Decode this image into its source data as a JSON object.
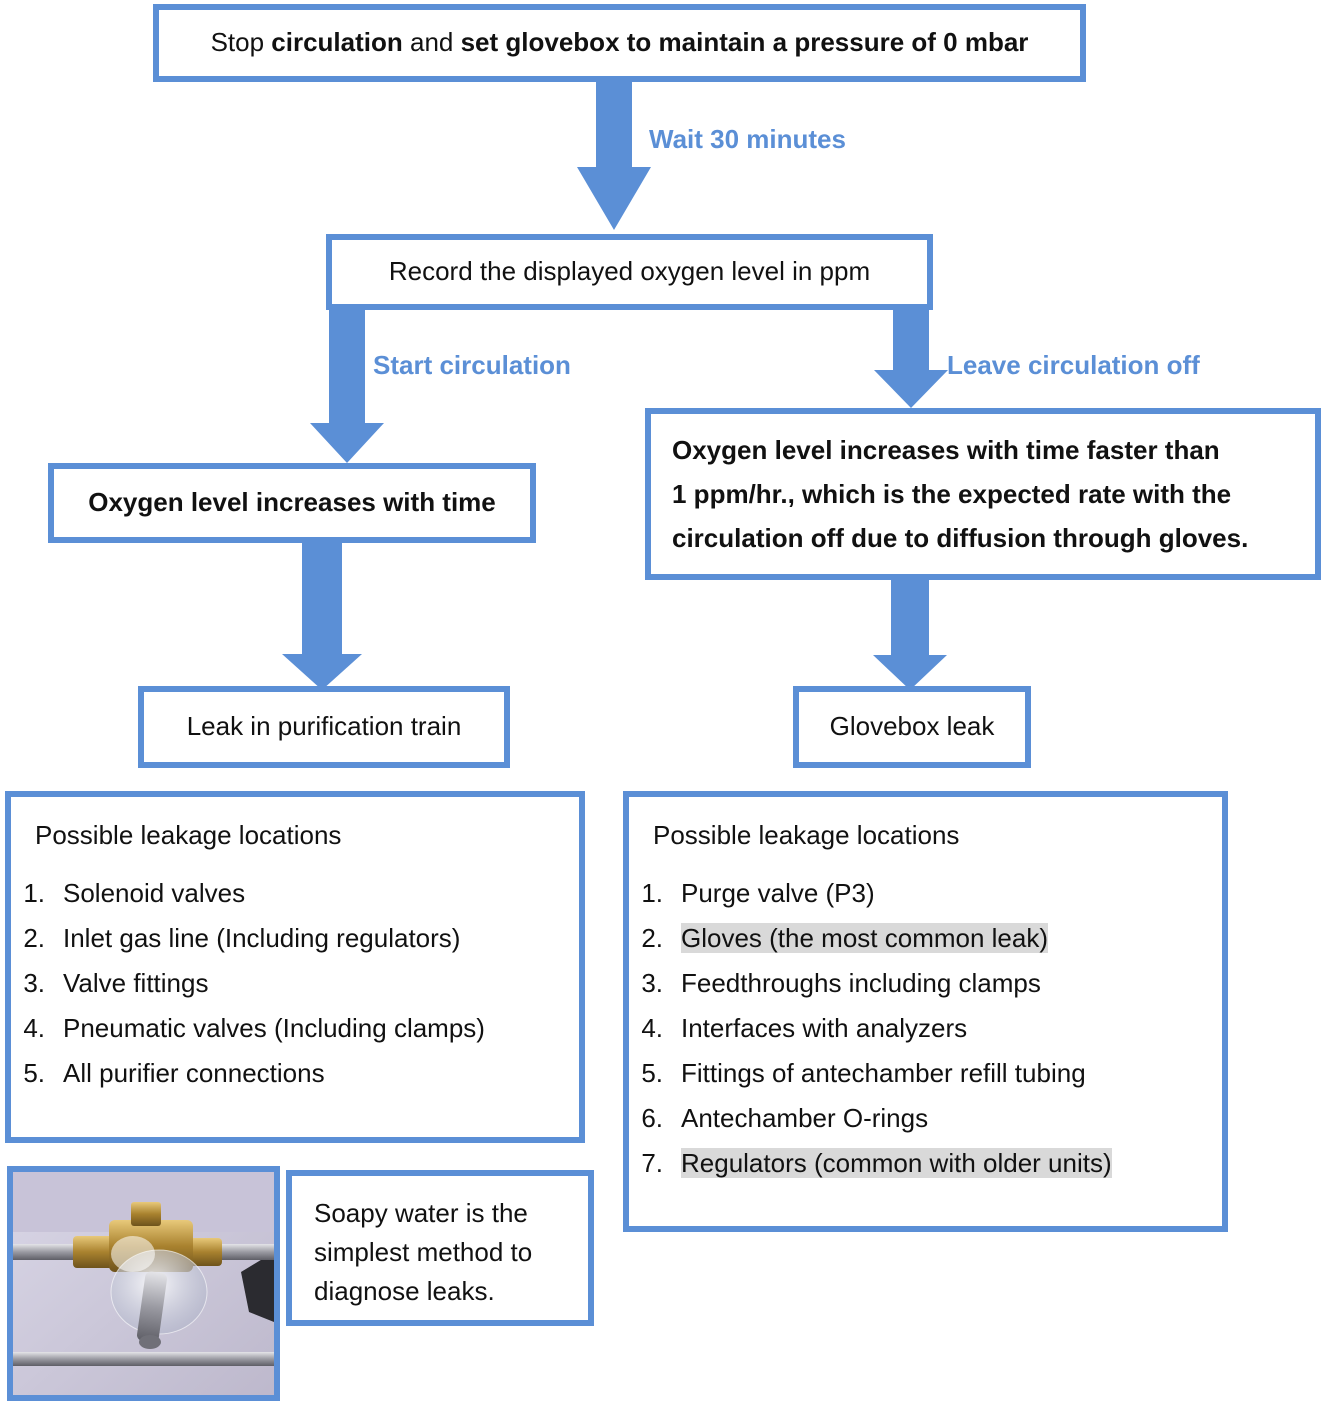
{
  "steps": {
    "stop": {
      "parts": [
        {
          "text": "Stop ",
          "bold": false
        },
        {
          "text": "circulation",
          "bold": true
        },
        {
          "text": " and ",
          "bold": false
        },
        {
          "text": "set glovebox to maintain a pressure of 0 mbar",
          "bold": true
        }
      ]
    },
    "wait_label": "Wait 30 minutes",
    "record": "Record the displayed oxygen level in ppm",
    "start_label": "Start circulation",
    "leave_label": "Leave circulation off",
    "increase_left": "Oxygen level increases with time",
    "increase_right_lines": [
      "Oxygen level increases with time faster than",
      "1 ppm/hr., which is the expected rate with the",
      "circulation off due to diffusion through gloves."
    ],
    "result_left": "Leak in purification train",
    "result_right": "Glovebox leak"
  },
  "left_locations": {
    "title": "Possible leakage locations",
    "items": [
      {
        "num": "1.",
        "text": "Solenoid valves",
        "highlight": false
      },
      {
        "num": "2.",
        "text": "Inlet gas line (Including regulators)",
        "highlight": false
      },
      {
        "num": "3.",
        "text": "Valve fittings",
        "highlight": false
      },
      {
        "num": "4.",
        "text": "Pneumatic valves (Including clamps)",
        "highlight": false
      },
      {
        "num": "5.",
        "text": "All purifier connections",
        "highlight": false
      }
    ]
  },
  "right_locations": {
    "title": "Possible leakage locations",
    "items": [
      {
        "num": "1.",
        "text": "Purge valve (P3)",
        "highlight": false
      },
      {
        "num": "2.",
        "text": "Gloves (the most common leak)",
        "highlight": true
      },
      {
        "num": "3.",
        "text": "Feedthroughs including clamps",
        "highlight": false
      },
      {
        "num": "4.",
        "text": "Interfaces with analyzers",
        "highlight": false
      },
      {
        "num": "5.",
        "text": "Fittings of antechamber refill tubing",
        "highlight": false
      },
      {
        "num": "6.",
        "text": "Antechamber O-rings",
        "highlight": false
      },
      {
        "num": "7.",
        "text": "Regulators (common with older units)",
        "highlight": true
      }
    ]
  },
  "soapy_note_lines": [
    "Soapy water is the",
    "simplest method to",
    "diagnose leaks."
  ],
  "colors": {
    "accent": "#5b8fd6",
    "highlight": "#d9d9d9"
  }
}
